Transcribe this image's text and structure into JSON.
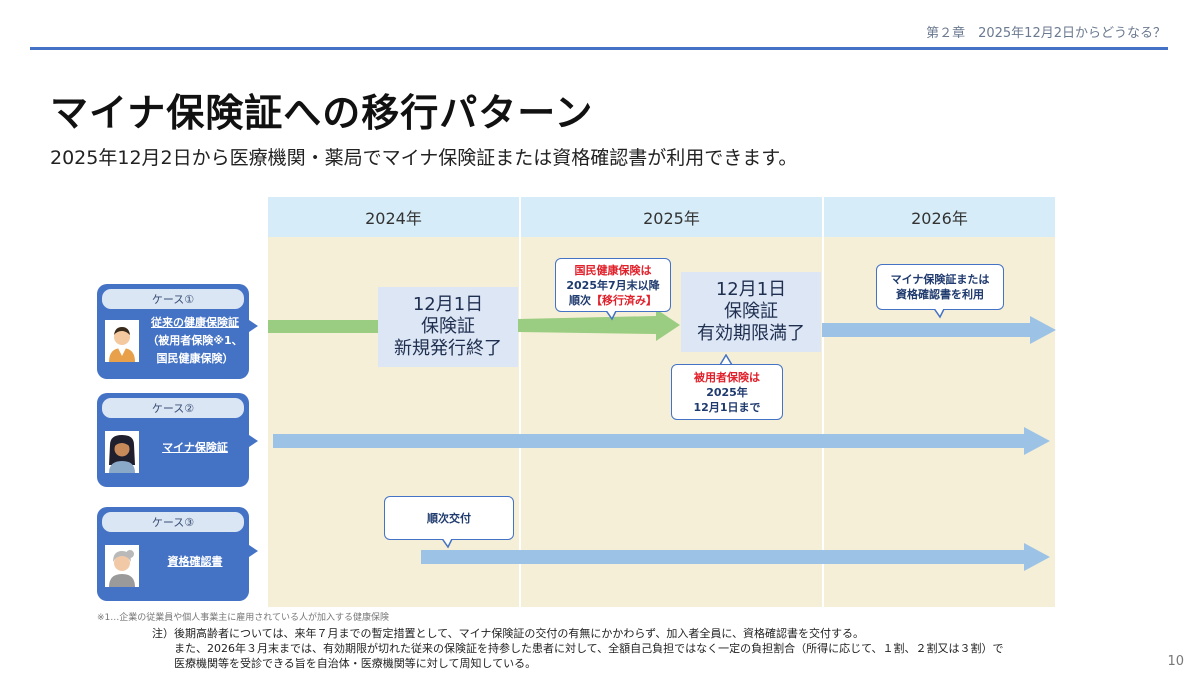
{
  "header": {
    "chapter": "第２章　2025年12月2日からどうなる？",
    "title": "マイナ保険証への移行パターン",
    "subtitle": "2025年12月2日から医療機関・薬局でマイナ保険証または資格確認書が利用できます。"
  },
  "years": [
    "2024年",
    "2025年",
    "2026年"
  ],
  "cases": [
    {
      "badge": "ケース①",
      "label_lines": [
        "従来の健康保険証",
        "（被用者保険※1、",
        "国民健康保険）"
      ]
    },
    {
      "badge": "ケース②",
      "label_lines": [
        "マイナ保険証"
      ]
    },
    {
      "badge": "ケース③",
      "label_lines": [
        "資格確認書"
      ]
    }
  ],
  "milestones": {
    "new_issue_end": [
      "12月1日",
      "保険証",
      "新規発行終了"
    ],
    "expiry": [
      "12月1日",
      "保険証",
      "有効期限満了"
    ]
  },
  "callouts": {
    "kokuho": {
      "red_lines": [
        "国民健康保険は"
      ],
      "lines": [
        "2025年7月末以降",
        "順次"
      ],
      "red_suffix": "【移行済み】"
    },
    "hiyousha": {
      "red_lines": [
        "被用者保険は"
      ],
      "lines": [
        "2025年",
        "12月1日まで"
      ]
    },
    "after_2026": {
      "lines": [
        "マイナ保険証または",
        "資格確認書を利用"
      ]
    },
    "sequential": {
      "lines": [
        "順次交付"
      ]
    }
  },
  "footnotes": {
    "note1": "※1…企業の従業員や個人事業主に雇用されている人が加入する健康保険",
    "note2_lines": [
      "注）後期高齢者については、来年７月までの暫定措置として、マイナ保険証の交付の有無にかかわらず、加入者全員に、資格確認書を交付する。",
      "　　また、2026年３月末までは、有効期限が切れた従来の保険証を持参した患者に対して、全額自己負担ではなく一定の負担割合（所得に応じて、１割、２割又は３割）で",
      "　　医療機関等を受診できる旨を自治体・医療機関等に対して周知している。"
    ]
  },
  "page_number": "10",
  "colors": {
    "accent": "#4472c4",
    "green_arrow": "#9acd82",
    "blue_arrow": "#9cc3e6",
    "plot_bg": "#f6efd7",
    "year_bg": "#d6ecf8",
    "alert_red": "#e0202a"
  },
  "icons": [
    "avatar-man-icon",
    "avatar-woman-icon",
    "avatar-elder-icon"
  ]
}
